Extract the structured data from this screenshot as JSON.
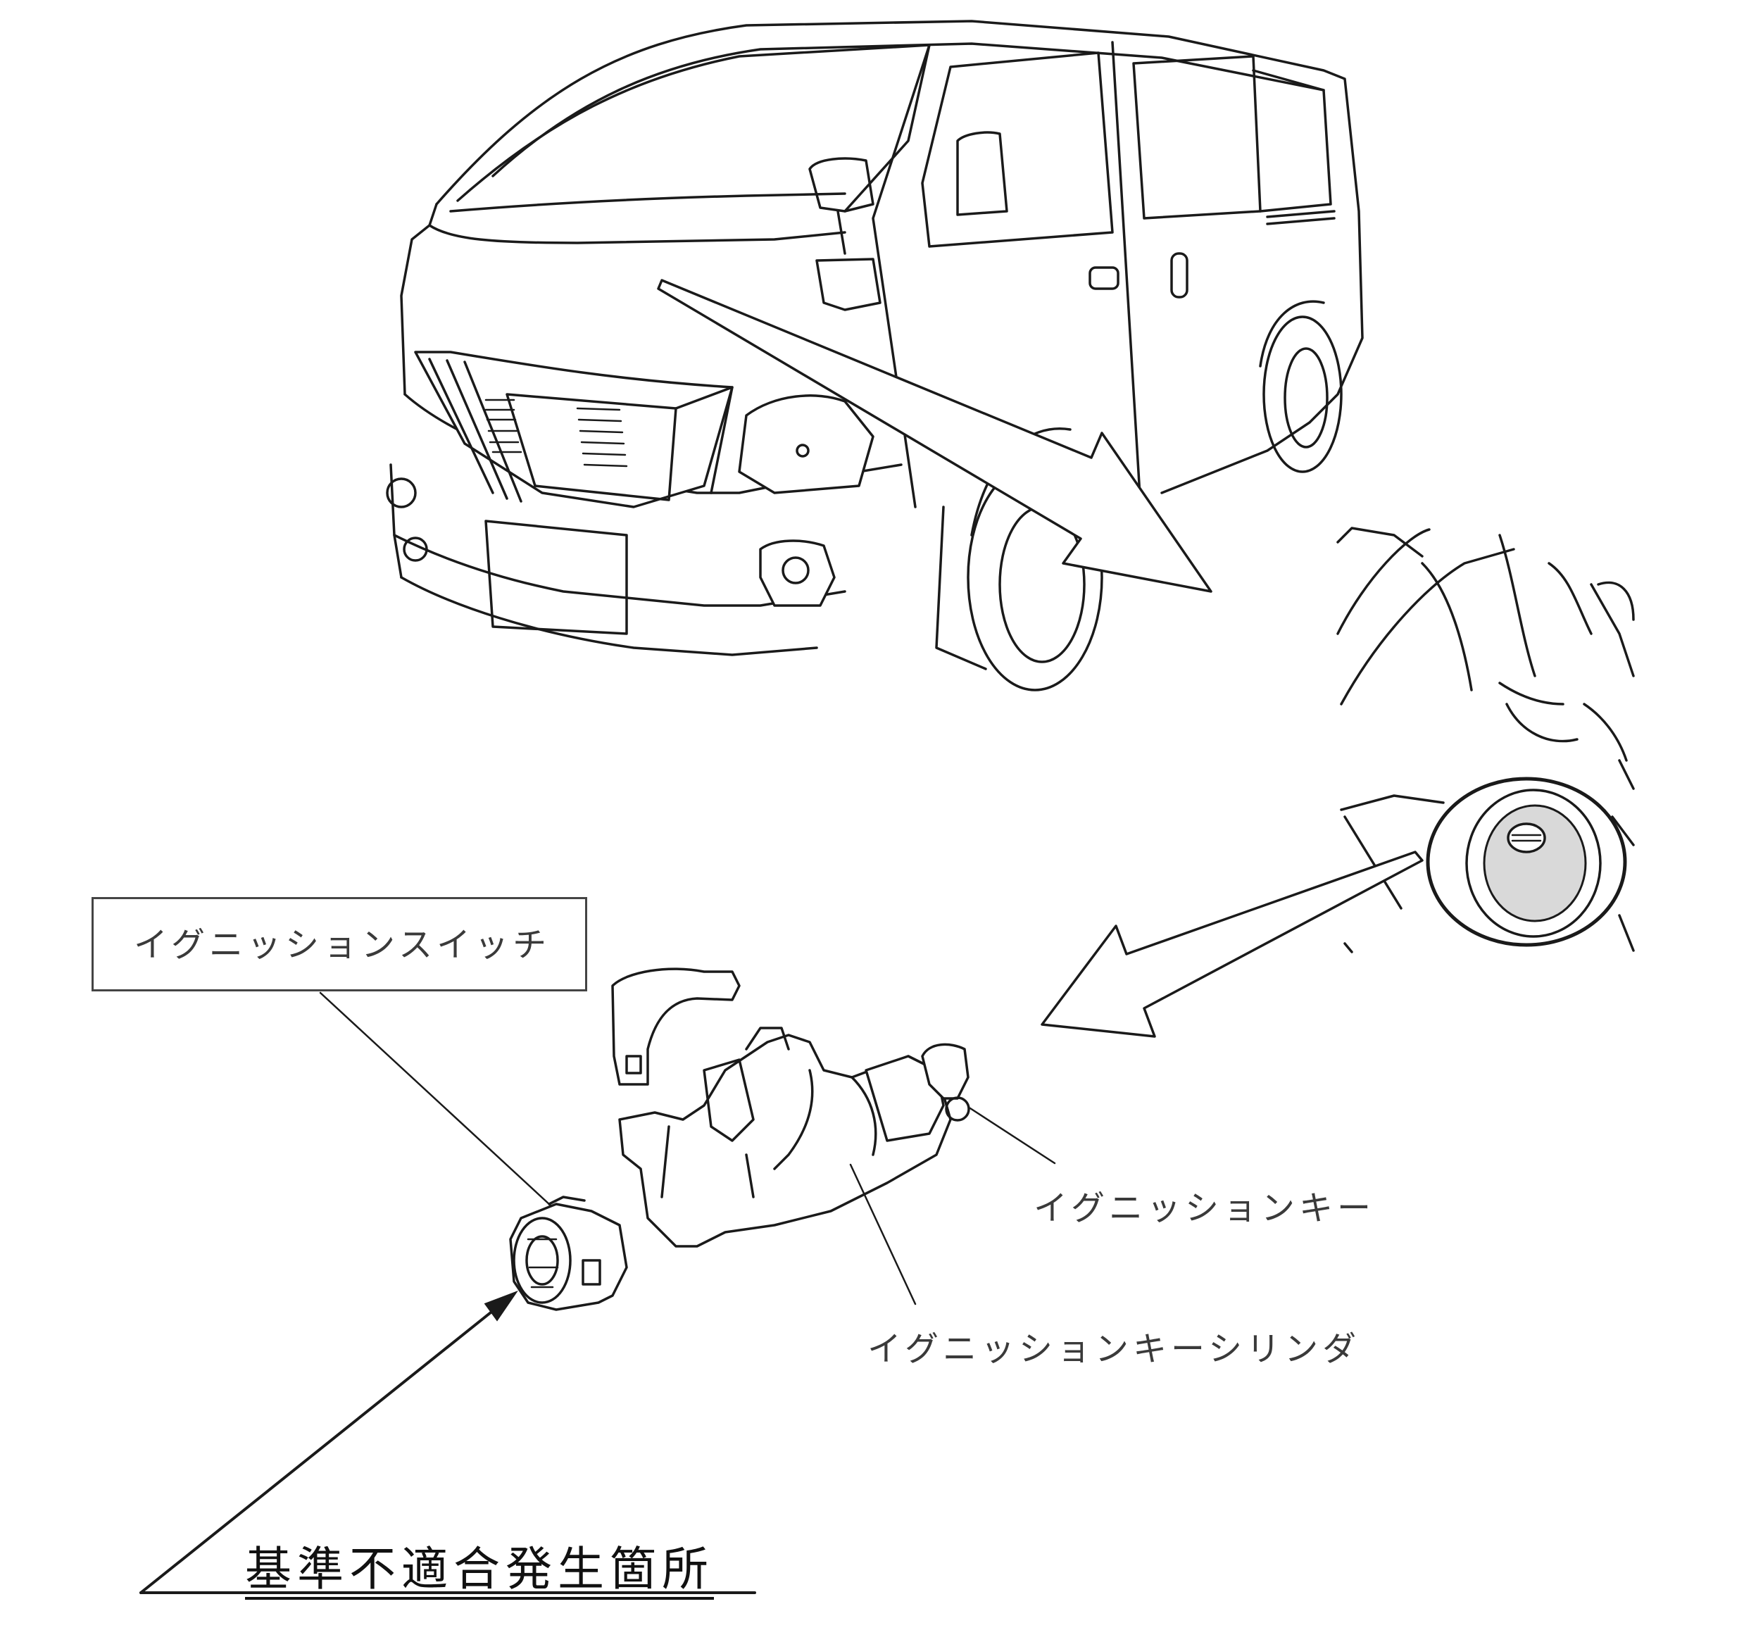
{
  "labels": {
    "ignition_switch": "イグニッションスイッチ",
    "ignition_key": "イグニッションキー",
    "ignition_key_cylinder": "イグニッションキーシリンダ",
    "nonconformity_location": "基準不適合発生箇所"
  },
  "colors": {
    "line": "#1a1a1a",
    "text": "#2a2a2a",
    "background": "#ffffff",
    "emblem_fill": "#d9d9d9"
  }
}
